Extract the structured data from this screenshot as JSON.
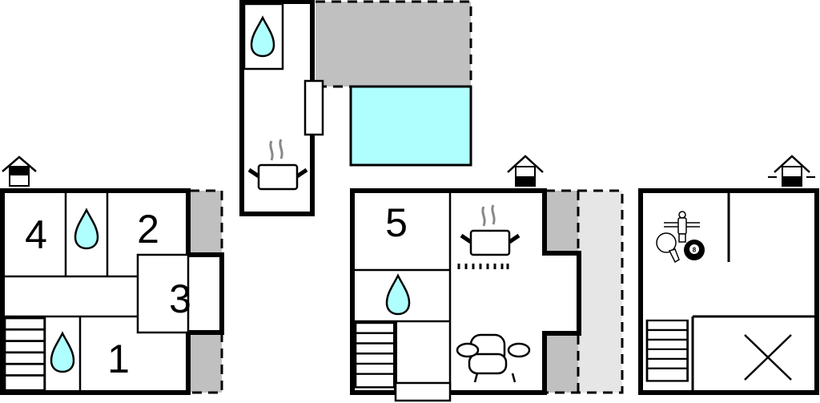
{
  "colors": {
    "wall": "#000000",
    "terrace": "#c0c0c0",
    "terrace_light": "#e6e6e6",
    "pool": "#b0ffff",
    "water_drop": "#b0ffff",
    "background": "#ffffff"
  },
  "floors": [
    {
      "id": "ground-floor-left",
      "rooms": [
        {
          "label": "4",
          "type": "bedroom"
        },
        {
          "label": "2",
          "type": "bedroom"
        },
        {
          "label": "3",
          "type": "bedroom"
        },
        {
          "label": "1",
          "type": "bedroom"
        }
      ],
      "icons": [
        "entrance-icon",
        "bathroom-icon",
        "bathroom-icon",
        "stairs"
      ]
    },
    {
      "id": "annex-top",
      "icons": [
        "bathroom-icon",
        "kitchen-icon",
        "pool",
        "terrace"
      ]
    },
    {
      "id": "floor-middle",
      "rooms": [
        {
          "label": "5",
          "type": "bedroom"
        }
      ],
      "icons": [
        "entrance-icon",
        "bathroom-icon",
        "kitchen-icon",
        "stove-icon",
        "sofa-icon",
        "stairs"
      ]
    },
    {
      "id": "floor-right",
      "icons": [
        "entrance-icon",
        "games-icon",
        "table-tennis-icon",
        "billiard-ball-icon",
        "foosball-icon",
        "stairs",
        "void-cross"
      ]
    }
  ],
  "labels": {
    "room1": "1",
    "room2": "2",
    "room3": "3",
    "room4": "4",
    "room5": "5",
    "billiard_number": "8"
  }
}
